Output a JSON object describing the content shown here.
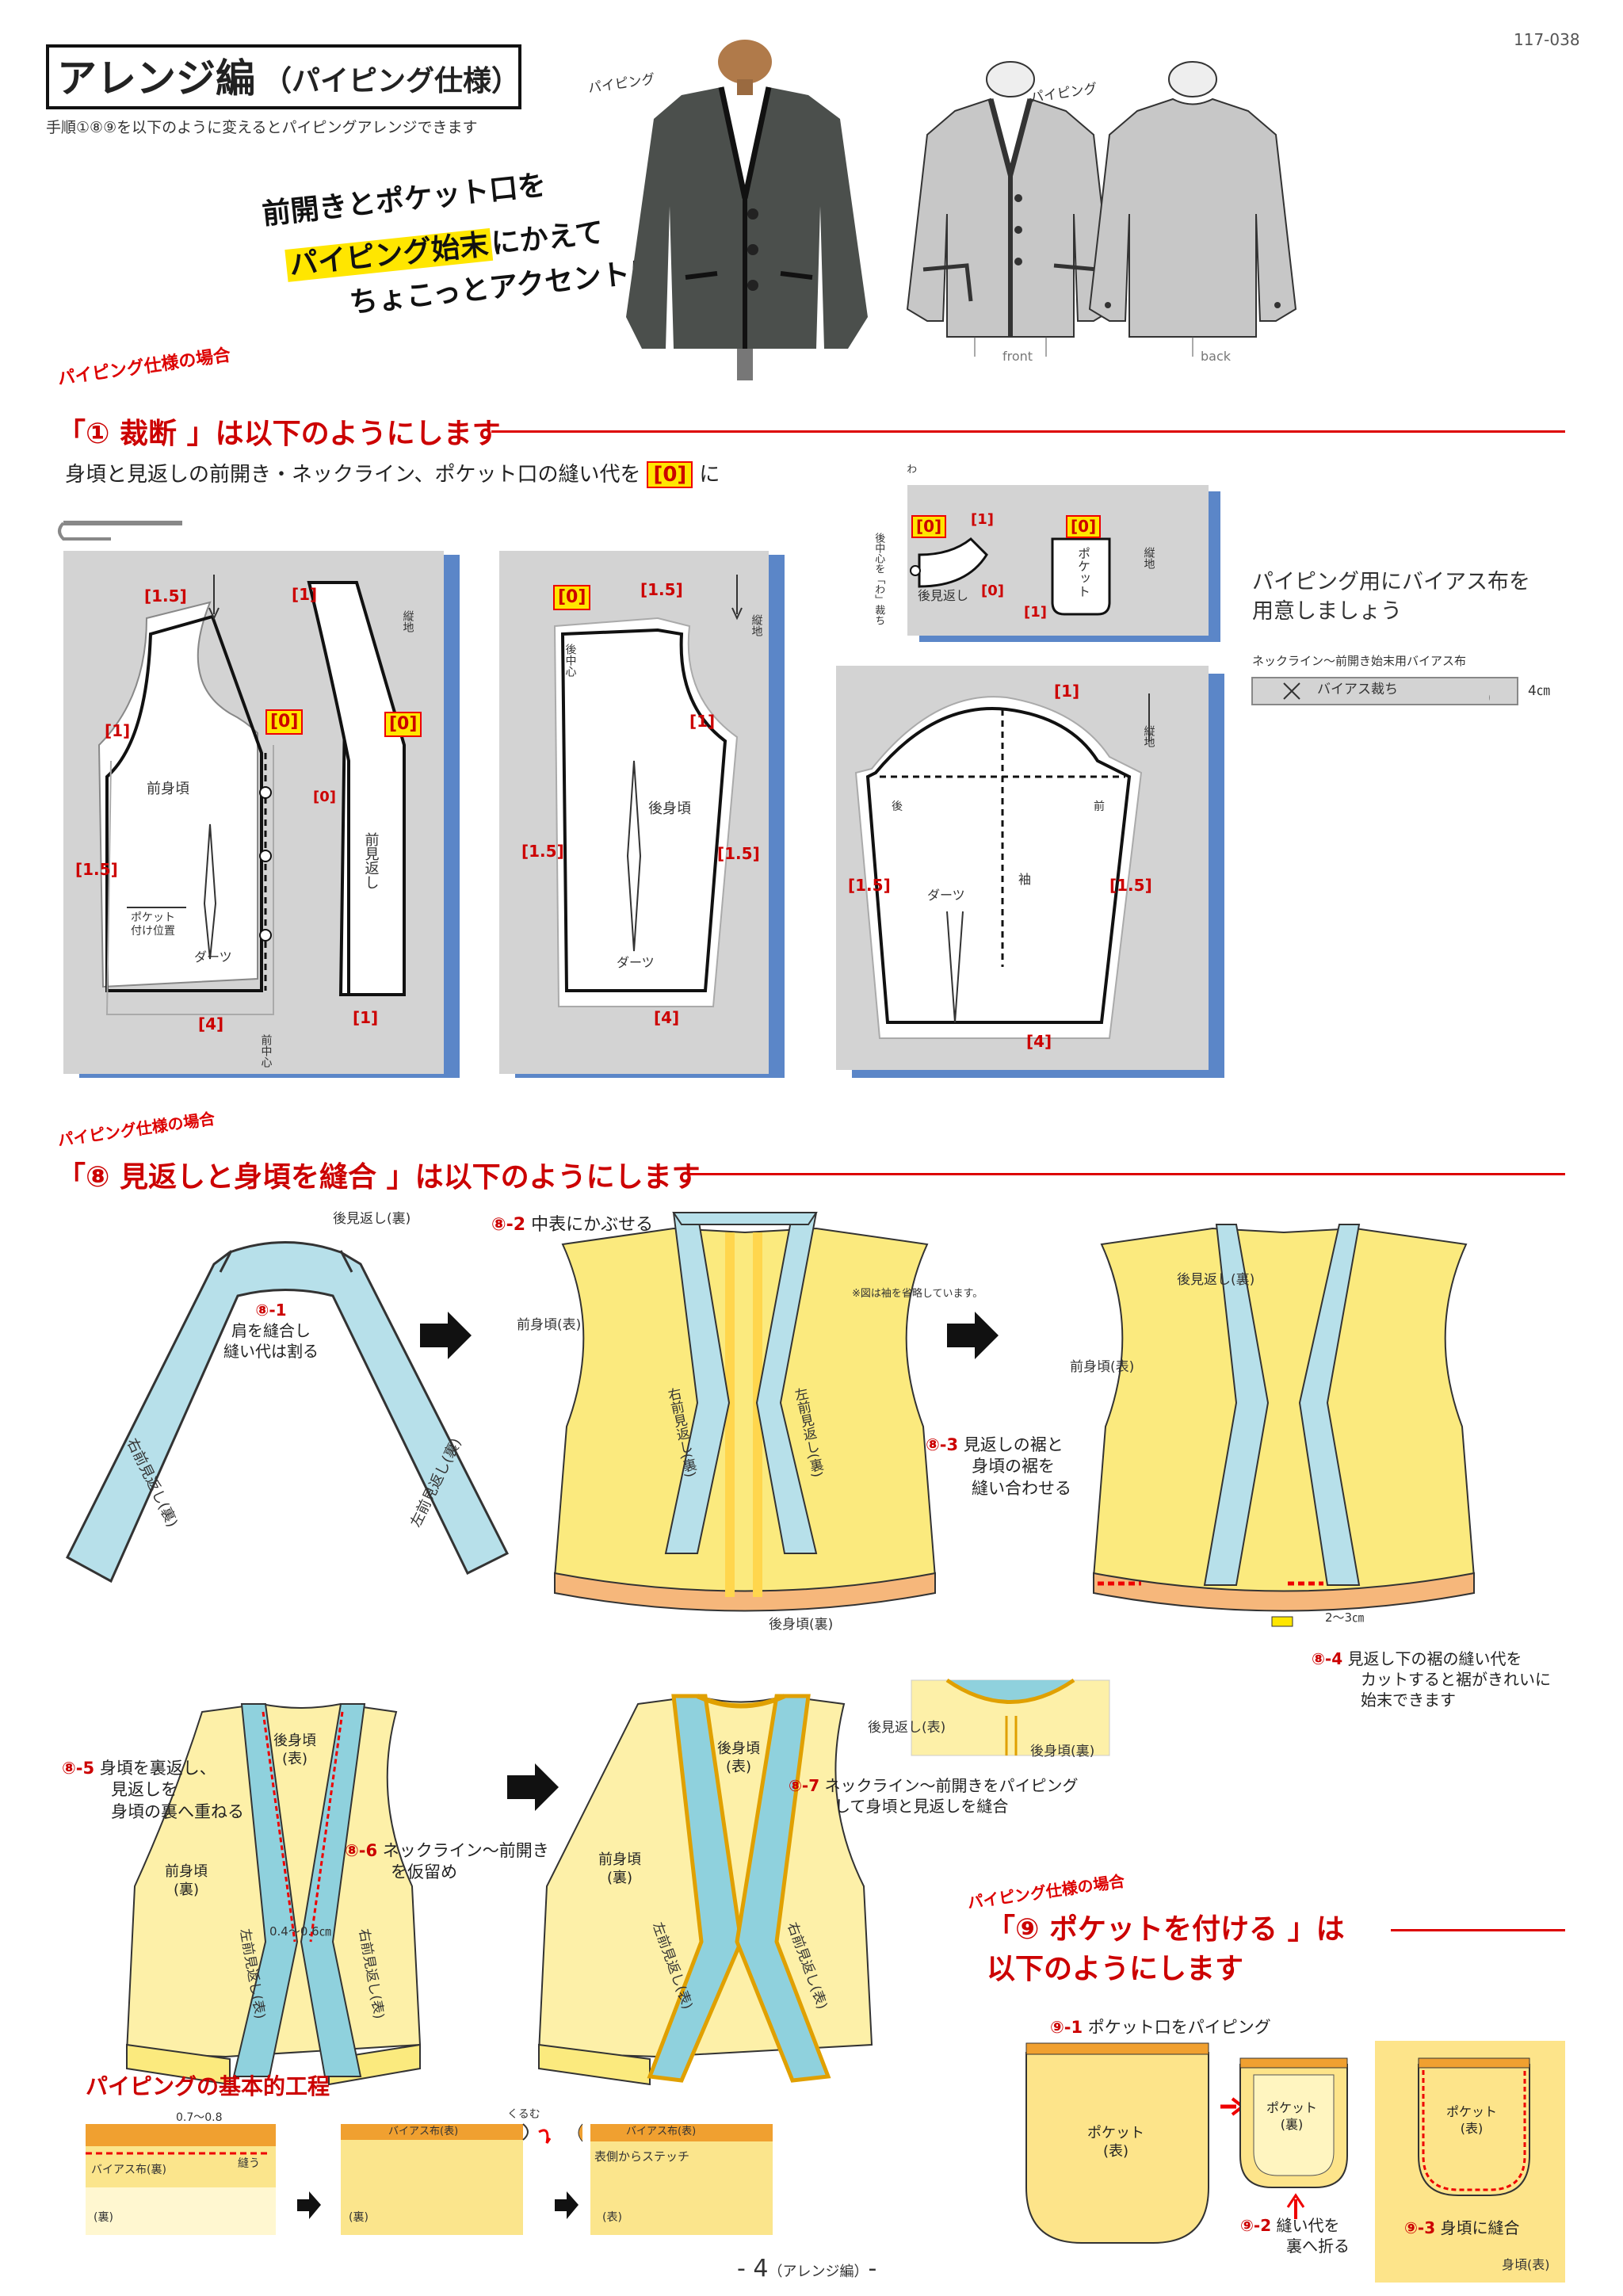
{
  "page_code": "117-038",
  "title": {
    "main": "アレンジ編",
    "sub": "（パイピング仕様）"
  },
  "intro": "手順①⑧⑨を以下のように変えるとパイピングアレンジできます",
  "catch": {
    "line1": "前開きとポケット口を",
    "line2a": "パイピング始末",
    "line2b": "にかえて",
    "line3": "ちょこっとアクセントに"
  },
  "photo_label": "パイピング",
  "flat_label": "パイピング",
  "front_label": "front",
  "back_label": "back",
  "tag_piping": "パイピング仕様の場合",
  "sec1": {
    "open": "「",
    "num": "①",
    "title": " 裁断 」は以下のようにします"
  },
  "sec1_desc_a": "身頃と見返しの前開き・ネックライン、ポケット口の縫い代を",
  "sec1_desc_box": "[0]",
  "sec1_desc_b": "に",
  "bias_note1": "パイピング用にバイアス布を",
  "bias_note2": "用意しましょう",
  "bias_caption": "ネックライン〜前開き始末用バイアス布",
  "bias_label": "バイアス裁ち",
  "bias_width": "4㎝",
  "pattern": {
    "sa15": "[1.5]",
    "sa1": "[1]",
    "sa0": "[0]",
    "sa4": "[4]",
    "slab0": "[0]",
    "front_body": "前身頃",
    "front_facing": "前見返し",
    "back_body": "後身頃",
    "sleeve": "袖",
    "dart": "ダーツ",
    "grain": "縦地",
    "pocket_pos1": "ポケット",
    "pocket_pos2": "付け位置",
    "cf": "前中心",
    "cb": "後中心",
    "back_mark": "後",
    "front_mark": "前",
    "back_facing": "後見返し",
    "pocket": "ポケット",
    "fold": "わ",
    "cb_fold": "後中心を「わ」裁ち"
  },
  "sec8": {
    "open": "「",
    "num": "⑧",
    "title": " 見返しと身頃を縫合 」は以下のようにします"
  },
  "s8": {
    "back_facing_ura": "後見返し(裏)",
    "s1_num": "⑧-1",
    "s1_l1": "肩を縫合し",
    "s1_l2": "縫い代は割る",
    "r_facing_ura": "右前見返し(裏)",
    "l_facing_ura": "左前見返し(裏)",
    "s2_num": "⑧-2",
    "s2_text": "中表にかぶせる",
    "note": "※図は袖を省略しています。",
    "front_body_omote": "前身頃(表)",
    "back_body_ura": "後身頃(裏)",
    "r_facing_omote_v": "右前見返し(裏)",
    "l_facing_omote_v": "左前見返し(裏)",
    "back_facing_omote": "後見返し(裏)",
    "s3_num": "⑧-3",
    "s3_l1": "見返しの裾と",
    "s3_l2": "身頃の裾を",
    "s3_l3": "縫い合わせる",
    "s3_len": "2〜3㎝",
    "s4_num": "⑧-4",
    "s4_l1": "見返し下の裾の縫い代を",
    "s4_l2": "カットすると裾がきれいに",
    "s4_l3": "始末できます",
    "back_body_omote": "後身頃",
    "back_body_omote2": "(表)",
    "front_body_ura": "前身頃",
    "front_body_ura2": "(裏)",
    "s5_num": "⑧-5",
    "s5_l1": "身頃を裏返し、",
    "s5_l2": "見返しを",
    "s5_l3": "身頃の裏へ重ねる",
    "s6_num": "⑧-6",
    "s6_l1": "ネックライン〜前開き",
    "s6_l2": "を仮留め",
    "s6_len": "0.4〜0.6㎝",
    "l_facing_omote": "左前見返し(表)",
    "r_facing_omote": "右前見返し(表)",
    "s7_num": "⑧-7",
    "s7_l1": "ネックライン〜前開きをパイピング",
    "s7_l2": "して身頃と見返しを縫合",
    "back_facing_omote2": "後見返し(表)",
    "back_body_ura2": "後身頃(裏)"
  },
  "basic": {
    "title": "パイピングの基本的工程",
    "len": "0.7〜0.8",
    "sew": "縫う",
    "bias_ura": "バイアス布(裏)",
    "ura": "(裏)",
    "bias_omote": "バイアス布(表)",
    "wrap": "くるむ",
    "stitch": "表側からステッチ",
    "omote": "(表)"
  },
  "sec9": {
    "open": "「",
    "num": "⑨",
    "title1": " ポケットを付ける 」は",
    "title2": "以下のようにします"
  },
  "s9": {
    "s1_num": "⑨-1",
    "s1_text": "ポケット口をパイピング",
    "pocket_omote1": "ポケット",
    "pocket_omote2": "(表)",
    "pocket_ura1": "ポケット",
    "pocket_ura2": "(裏)",
    "s2_num": "⑨-2",
    "s2_l1": "縫い代を",
    "s2_l2": "裏へ折る",
    "s3_num": "⑨-3",
    "s3_text": "身頃に縫合",
    "body_omote": "身頃(表)"
  },
  "footer": {
    "num": "- 4",
    "label": "（アレンジ編）",
    "dash": "-"
  }
}
